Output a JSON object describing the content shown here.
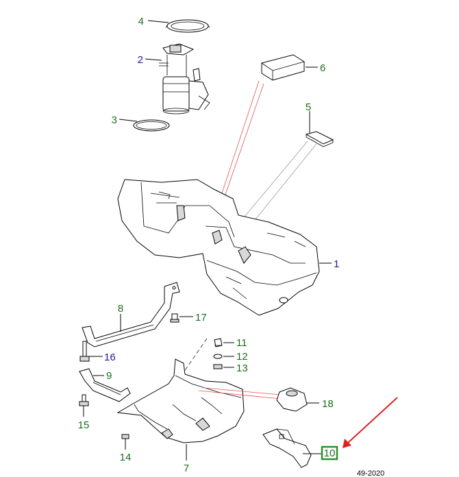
{
  "callouts": [
    {
      "id": "c1",
      "label": "1",
      "color": "#1a1aa0"
    },
    {
      "id": "c2",
      "label": "2",
      "color": "#1a1aa0"
    },
    {
      "id": "c3",
      "label": "3",
      "color": "#1a6e1a"
    },
    {
      "id": "c4",
      "label": "4",
      "color": "#1a6e1a"
    },
    {
      "id": "c5",
      "label": "5",
      "color": "#1a6e1a"
    },
    {
      "id": "c6",
      "label": "6",
      "color": "#1a6e1a"
    },
    {
      "id": "c7",
      "label": "7",
      "color": "#1a6e1a"
    },
    {
      "id": "c8",
      "label": "8",
      "color": "#1a6e1a"
    },
    {
      "id": "c9",
      "label": "9",
      "color": "#1a6e1a"
    },
    {
      "id": "c10",
      "label": "10",
      "color": "#1a6e1a"
    },
    {
      "id": "c11",
      "label": "11",
      "color": "#1a6e1a"
    },
    {
      "id": "c12",
      "label": "12",
      "color": "#1a6e1a"
    },
    {
      "id": "c13",
      "label": "13",
      "color": "#1a6e1a"
    },
    {
      "id": "c14",
      "label": "14",
      "color": "#1a6e1a"
    },
    {
      "id": "c15",
      "label": "15",
      "color": "#1a6e1a"
    },
    {
      "id": "c16",
      "label": "16",
      "color": "#1a1aa0"
    },
    {
      "id": "c17",
      "label": "17",
      "color": "#1a6e1a"
    },
    {
      "id": "c18",
      "label": "18",
      "color": "#1a6e1a"
    }
  ],
  "highlight": {
    "callout": "10",
    "box_color": "#2f8f2f",
    "arrow_color": "#e02020"
  },
  "reference_code": "49-2020"
}
